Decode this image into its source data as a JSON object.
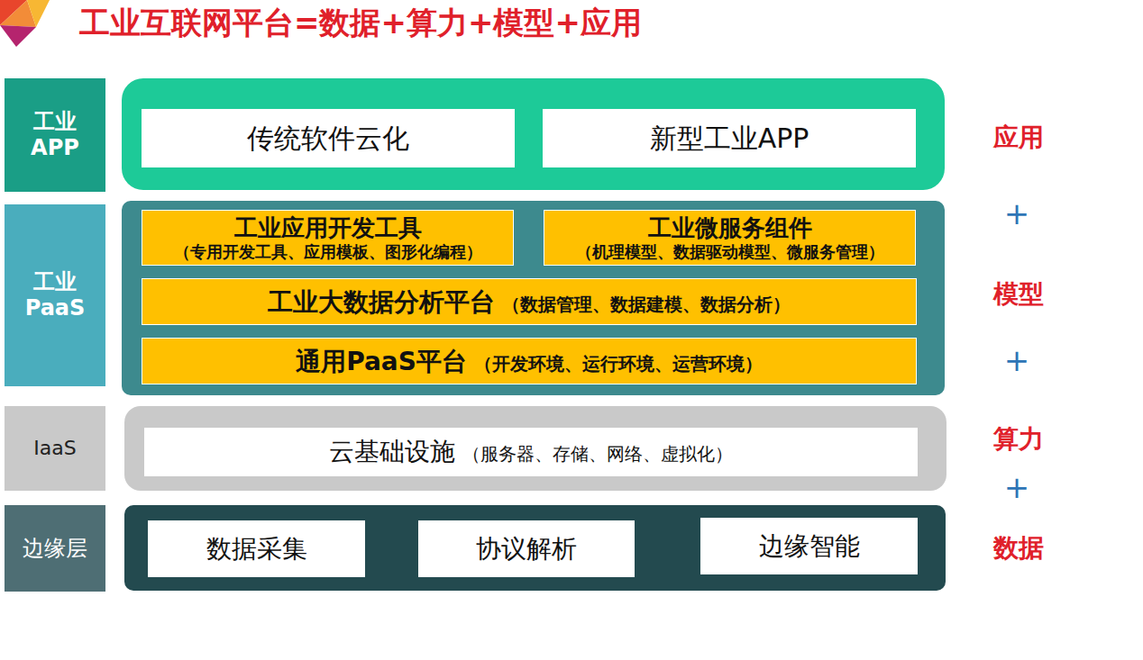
{
  "diagram": {
    "title": "工业互联网平台=数据+算力+模型+应用",
    "nodes": [
      {
        "text": [
          "工业 APP"
        ]
      },
      {
        "text": []
      },
      {
        "text": [
          "传统软件云化"
        ],
        "in": 1
      },
      {
        "text": [
          "新型工业APP"
        ],
        "in": 1
      },
      {
        "text": [
          "工业 PaaS"
        ]
      },
      {
        "text": []
      },
      {
        "text": [
          "工业应用开发工具",
          "（专用开发工具、应用模板、图形化编程）"
        ],
        "in": 5
      },
      {
        "text": [
          "工业微服务组件",
          "（机理模型、数据驱动模型、微服务管理）"
        ],
        "in": 5
      },
      {
        "text": [
          "工业大数据分析平台",
          "（数据管理、数据建模、数据分析）"
        ],
        "in": 5
      },
      {
        "text": [
          "通用PaaS平台",
          "（开发环境、运行环境、运营环境）"
        ],
        "in": 5
      },
      {
        "text": [
          "IaaS"
        ]
      },
      {
        "text": []
      },
      {
        "text": [
          "云基础设施",
          "（服务器、存储、网络、虚拟化）"
        ],
        "in": 11
      },
      {
        "text": [
          "边缘层"
        ]
      },
      {
        "text": []
      },
      {
        "text": [
          "数据采集"
        ],
        "in": 14
      },
      {
        "text": [
          "协议解析"
        ],
        "in": 14
      },
      {
        "text": [
          "边缘智能"
        ],
        "in": 14
      }
    ],
    "edges": [
      {
        "from": 6,
        "to": 7,
        "arrow": "none"
      }
    ],
    "labels": [
      "应用",
      "+",
      "模型",
      "+",
      "算力",
      "+",
      "数据"
    ]
  }
}
